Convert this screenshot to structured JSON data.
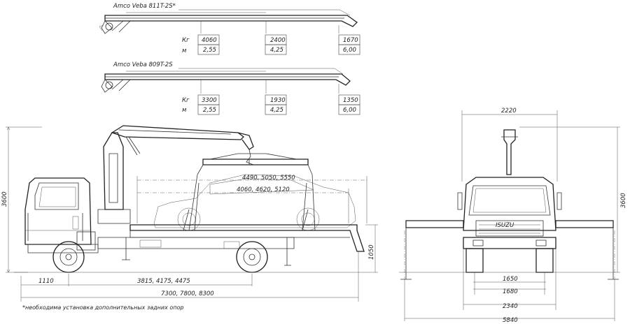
{
  "cranes": [
    {
      "model": "Amco Veba 811T-2S*",
      "kg_label": "Кг",
      "m_label": "м",
      "kg": [
        "4060",
        "2400",
        "1670"
      ],
      "m": [
        "2,55",
        "4,25",
        "6,00"
      ]
    },
    {
      "model": "Amco Veba 809T-2S",
      "kg_label": "Кг",
      "m_label": "м",
      "kg": [
        "3300",
        "1930",
        "1350"
      ],
      "m": [
        "2,55",
        "4,25",
        "6,00"
      ]
    }
  ],
  "side_view": {
    "height": "3600",
    "platform_length_1": "4490, 5050, 5550",
    "platform_length_2": "4060, 4620, 5120",
    "platform_height": "1050",
    "front_overhang": "1110",
    "wheelbase": "3815, 4175, 4475",
    "overall_length": "7300, 7800, 8300",
    "footnote": "*необходима установка дополнительных задних опор"
  },
  "front_view": {
    "width_top": "2220",
    "height": "3600",
    "track_1": "1650",
    "track_2": "1680",
    "width_2": "2340",
    "outrigger_span": "5840",
    "grille_badge": "ISUZU"
  }
}
